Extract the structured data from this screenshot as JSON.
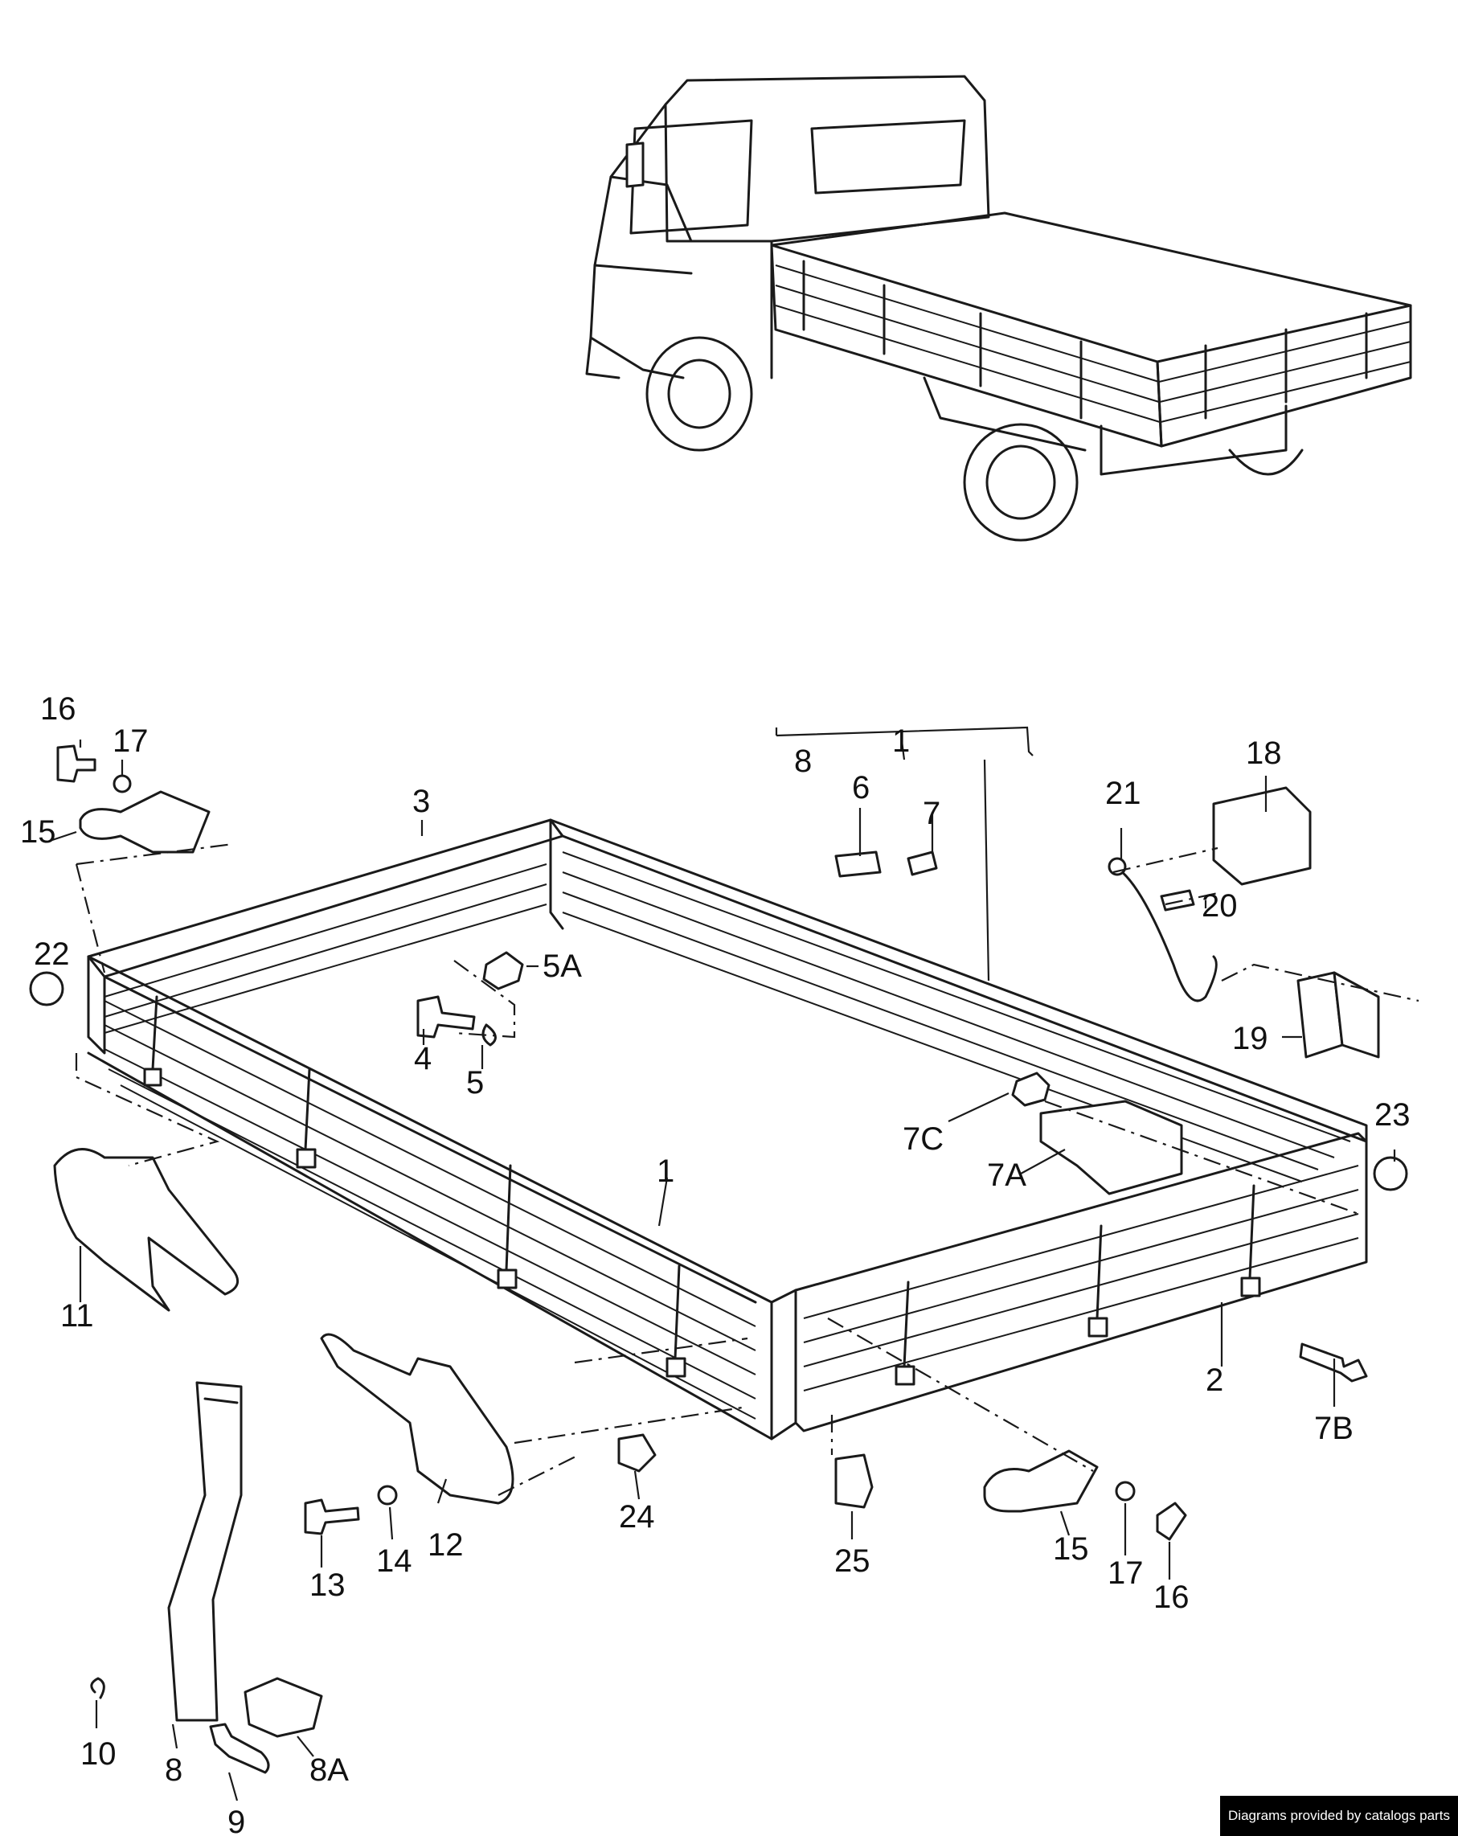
{
  "callouts": {
    "c1_top": "1",
    "c8_top": "8",
    "c6": "6",
    "c7": "7",
    "c16_left": "16",
    "c17_left": "17",
    "c15_left": "15",
    "c3": "3",
    "c22": "22",
    "c5a": "5A",
    "c4": "4",
    "c5": "5",
    "c21": "21",
    "c18": "18",
    "c20": "20",
    "c19": "19",
    "c7c": "7C",
    "c7a": "7A",
    "c23": "23",
    "c1_mid": "1",
    "c11": "11",
    "c2": "2",
    "c7b": "7B",
    "c24": "24",
    "c25": "25",
    "c12": "12",
    "c13": "13",
    "c14": "14",
    "c15_right": "15",
    "c17_right": "17",
    "c16_right": "16",
    "c10": "10",
    "c8_bottom": "8",
    "c8a": "8A",
    "c9": "9"
  },
  "footer": {
    "credit": "Diagrams provided by catalogs parts"
  }
}
